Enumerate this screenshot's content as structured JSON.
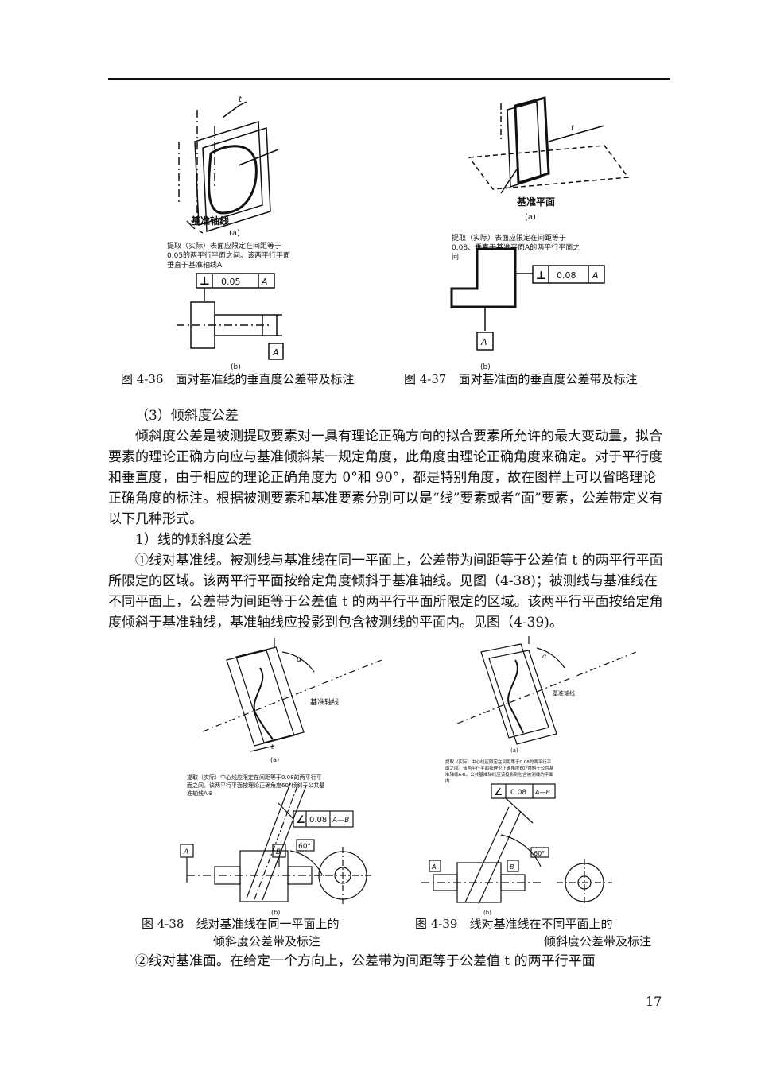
{
  "figures": {
    "fig436": {
      "label_a": "基准轴线",
      "sub_a": "(a)",
      "note": [
        "提取（实际）表面应限定在间距等于",
        "0.05的两平行平面之间。该两平行平面",
        "垂直于基准轴线A"
      ],
      "frame_symbol": "⊥",
      "frame_value": "0.05",
      "frame_datum": "A",
      "datum_box": "A",
      "sub_b": "(b)",
      "t_mark": "t",
      "caption": "图 4-36　面对基准线的垂直度公差带及标注"
    },
    "fig437": {
      "label_a": "基准平面",
      "sub_a": "(a)",
      "note": [
        "提取（实际）表面应限定在间距等于",
        "0.08、垂直于基准平面A的两平行平面之",
        "间"
      ],
      "frame_symbol": "⊥",
      "frame_value": "0.08",
      "frame_datum": "A",
      "datum_box": "A",
      "sub_b": "(b)",
      "t_mark": "t",
      "caption": "图 4-37　面对基准面的垂直度公差带及标注"
    },
    "fig438": {
      "label_a": "基准轴线",
      "sub_a": "(a)",
      "alpha": "α",
      "t_mark": "t",
      "note": [
        "提取（实际）中心线应限定在间距等于0.08的两平行平",
        "面之间。该两平行平面按理论正确角度60°倾斜于公共基",
        "准轴线A-B"
      ],
      "frame_symbol": "∠",
      "frame_value": "0.08",
      "frame_datum": "A—B",
      "angle": "60°",
      "datum_a": "A",
      "datum_b": "B",
      "sub_b": "(b)",
      "caption_line1": "图 4-38　线对基准线在同一平面上的",
      "caption_line2": "倾斜度公差带及标注"
    },
    "fig439": {
      "label_a": "基准轴线",
      "sub_a": "(a)",
      "alpha": "α",
      "note": [
        "提取（实际）中心线应限定在间距等于0.08的两平行平",
        "面之间。该两平行平面按理论正确角度60°倾斜于公共基",
        "准轴线A-B。公共基准轴线应该投影到包含被测线的平面",
        "内"
      ],
      "frame_symbol": "∠",
      "frame_value": "0.08",
      "frame_datum": "A—B",
      "angle": "60°",
      "datum_a": "A",
      "datum_b": "B",
      "sub_b": "(b)",
      "caption_line1": "图 4-39　线对基准线在不同平面上的",
      "caption_line2": "倾斜度公差带及标注"
    }
  },
  "text": {
    "heading3": "（3）倾斜度公差",
    "para1": "倾斜度公差是被测提取要素对一具有理论正确方向的拟合要素所允许的最大变动量，拟合要素的理论正确方向应与基准倾斜某一规定角度，此角度由理论正确角度来确定。对于平行度和垂直度，由于相应的理论正确角度为 0°和 90°，都是特别角度，故在图样上可以省略理论正确角度的标注。根据被测要素和基准要素分别可以是“线”要素或者“面”要素，公差带定义有以下几种形式。",
    "heading_sub1": "1）线的倾斜度公差",
    "para2": "①线对基准线。被测线与基准线在同一平面上，公差带为间距等于公差值 t 的两平行平面所限定的区域。该两平行平面按给定角度倾斜于基准轴线。见图（4-38)；被测线与基准线在不同平面上，公差带为间距等于公差值 t 的两平行平面所限定的区域。该两平行平面按给定角度倾斜于基准轴线，基准轴线应投影到包含被测线的平面内。见图（4-39)。",
    "para3": "②线对基准面。在给定一个方向上，公差带为间距等于公差值 t 的两平行平面"
  },
  "page_number": "17"
}
